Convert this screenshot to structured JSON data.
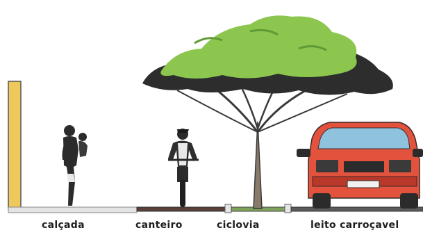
{
  "labels": {
    "sidewalk": "calçada",
    "median": "canteiro",
    "bike_lane": "ciclovia",
    "roadway": "leito carroçavel"
  },
  "colors": {
    "wall": "#efc85c",
    "sidewalk": "#e3e3e3",
    "median": "#5a3f3a",
    "bike_lane": "#7fa35c",
    "road": "#5b5b5b",
    "foliage_light": "#8cc64e",
    "foliage_dark": "#2d2d2d",
    "trunk": "#8a7a6a",
    "car_body": "#e2523c"
  },
  "icons": [
    "person-carrying-child-icon",
    "cyclist-icon",
    "tree-icon",
    "car-icon"
  ]
}
